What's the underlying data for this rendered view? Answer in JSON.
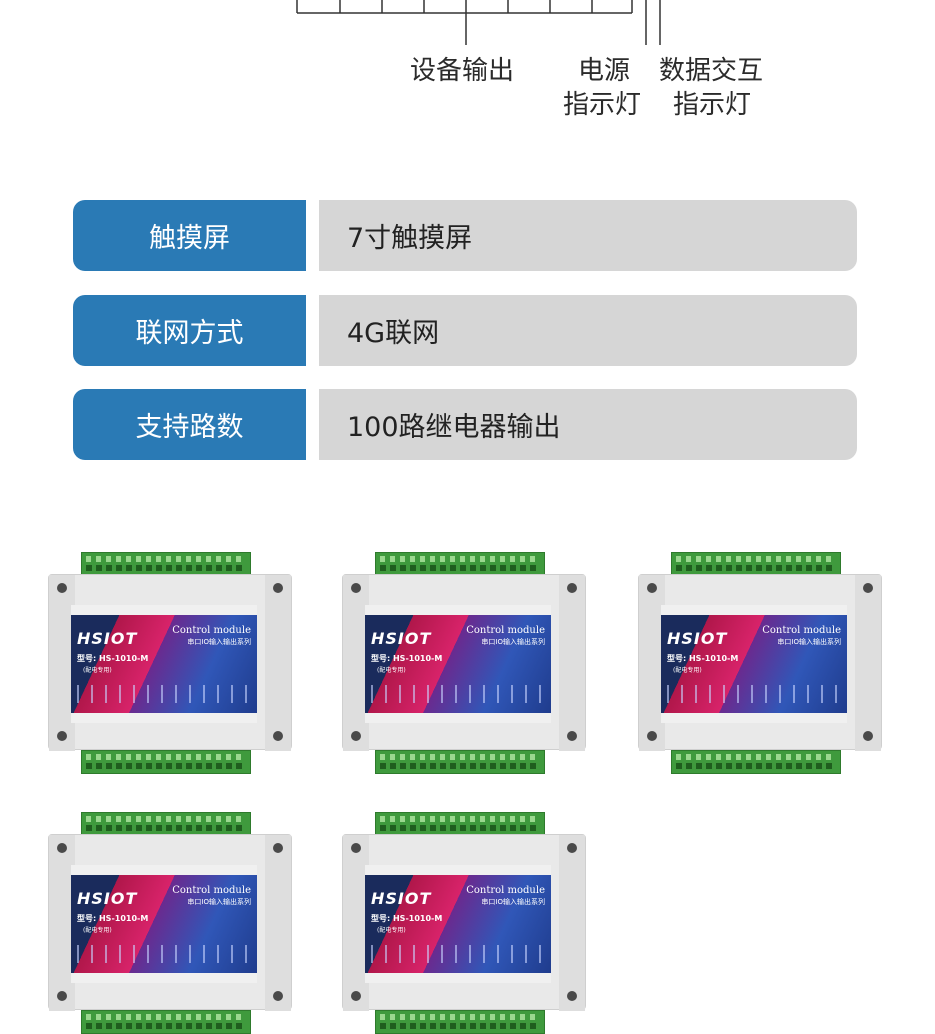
{
  "callouts": {
    "device_output": "设备输出",
    "power_line1": "电源",
    "power_line2": "指示灯",
    "data_line1": "数据交互",
    "data_line2": "指示灯"
  },
  "specs": [
    {
      "label": "触摸屏",
      "value": "7寸触摸屏"
    },
    {
      "label": "联网方式",
      "value": "4G联网"
    },
    {
      "label": "支持路数",
      "value": "100路继电器输出"
    }
  ],
  "module": {
    "brand": "HSIOT",
    "title": "Control module",
    "subtitle": "串口IO输入输出系列",
    "model": "型号: HS-1010-M",
    "model_note": "(配电专用)"
  }
}
